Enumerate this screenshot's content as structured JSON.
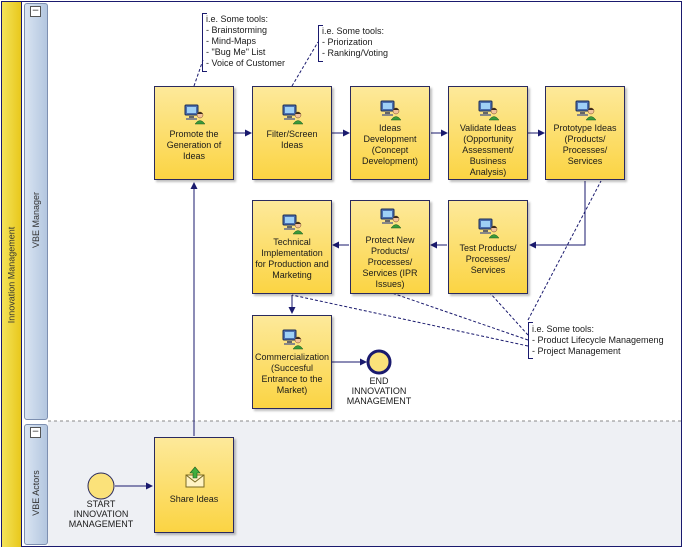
{
  "pool": {
    "title": "Innovation Management"
  },
  "lanes": [
    {
      "label": "VBE Manager",
      "collapse": "−"
    },
    {
      "label": "VBE Actors",
      "collapse": "−"
    }
  ],
  "tasks": {
    "promote": "Promote the\nGeneration of\nIdeas",
    "filter": "Filter/Screen\nIdeas",
    "ideas_dev": "Ideas\nDevelopment\n(Concept\nDevelopment)",
    "validate": "Validate Ideas\n(Opportunity\nAssessment/\nBusiness Analysis)",
    "prototype": "Prototype Ideas\n(Products/\nProcesses/\nServices",
    "technical": "Technical\nImplementation\nfor Production and\nMarketing",
    "protect": "Protect New\nProducts/\nProcesses/\nServices (IPR\nIssues)",
    "test": "Test Products/\nProcesses/\nServices",
    "commercialization": "Commercialization\n(Succesful\nEntrance to the\nMarket)",
    "share": "Share Ideas"
  },
  "events": {
    "start": "START\nINNOVATION\nMANAGEMENT",
    "end": "END\nINNOVATION\nMANAGEMENT"
  },
  "annotations": {
    "tools1": "i.e. Some tools:\n  - Brainstorming\n  - Mind-Maps\n  - \"Bug Me\" List\n  - Voice of Customer",
    "tools2": "i.e. Some tools:\n  - Priorization\n  - Ranking/Voting",
    "tools3": "i.e. Some tools:\n  - Product Lifecycle Managemeng\n  - Project Management"
  },
  "colors": {
    "task_fill": "#fbd443",
    "pool_header": "#e8c81c",
    "lane_header": "#b3c6df",
    "edge": "#1a1a6e",
    "icon": "computer-user-icon"
  }
}
